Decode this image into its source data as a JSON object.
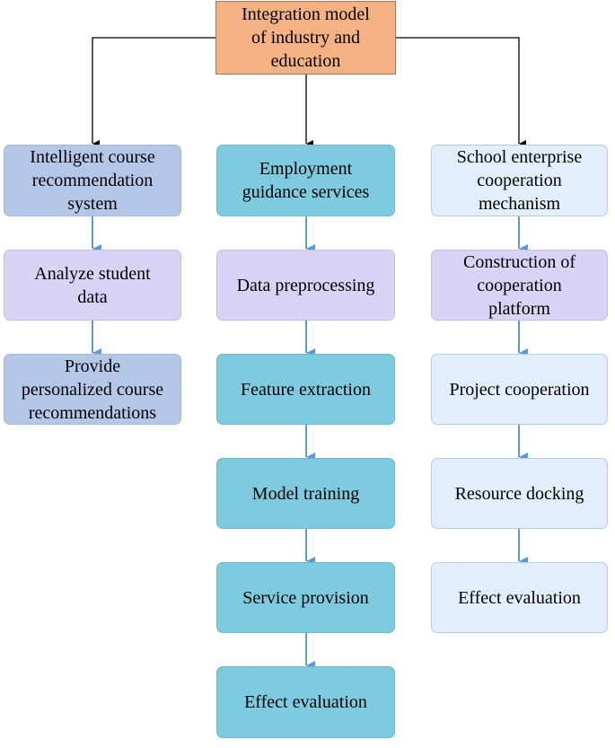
{
  "diagram": {
    "root": {
      "label": "Integration model\nof industry and\neducation"
    },
    "columns": [
      {
        "id": "left",
        "nodes": [
          {
            "label": "Intelligent course\nrecommendation\nsystem"
          },
          {
            "label": "Analyze student\ndata"
          },
          {
            "label": "Provide\npersonalized course\nrecommendations"
          }
        ]
      },
      {
        "id": "middle",
        "nodes": [
          {
            "label": "Employment\nguidance services"
          },
          {
            "label": "Data preprocessing"
          },
          {
            "label": "Feature extraction"
          },
          {
            "label": "Model training"
          },
          {
            "label": "Service provision"
          },
          {
            "label": "Effect evaluation"
          }
        ]
      },
      {
        "id": "right",
        "nodes": [
          {
            "label": "School enterprise\ncooperation\nmechanism"
          },
          {
            "label": "Construction of\ncooperation\nplatform"
          },
          {
            "label": "Project cooperation"
          },
          {
            "label": "Resource docking"
          },
          {
            "label": "Effect evaluation"
          }
        ]
      }
    ],
    "colors": {
      "root_fill": "#f4b183",
      "course_branch_fill": "#b4c7e7",
      "step_fill_lavender": "#d9d3f5",
      "employment_branch_fill": "#7ecadf",
      "cooperation_branch_fill": "#e2eefb",
      "root_connector": "#000000",
      "step_arrow": "#5b9bd5"
    }
  }
}
